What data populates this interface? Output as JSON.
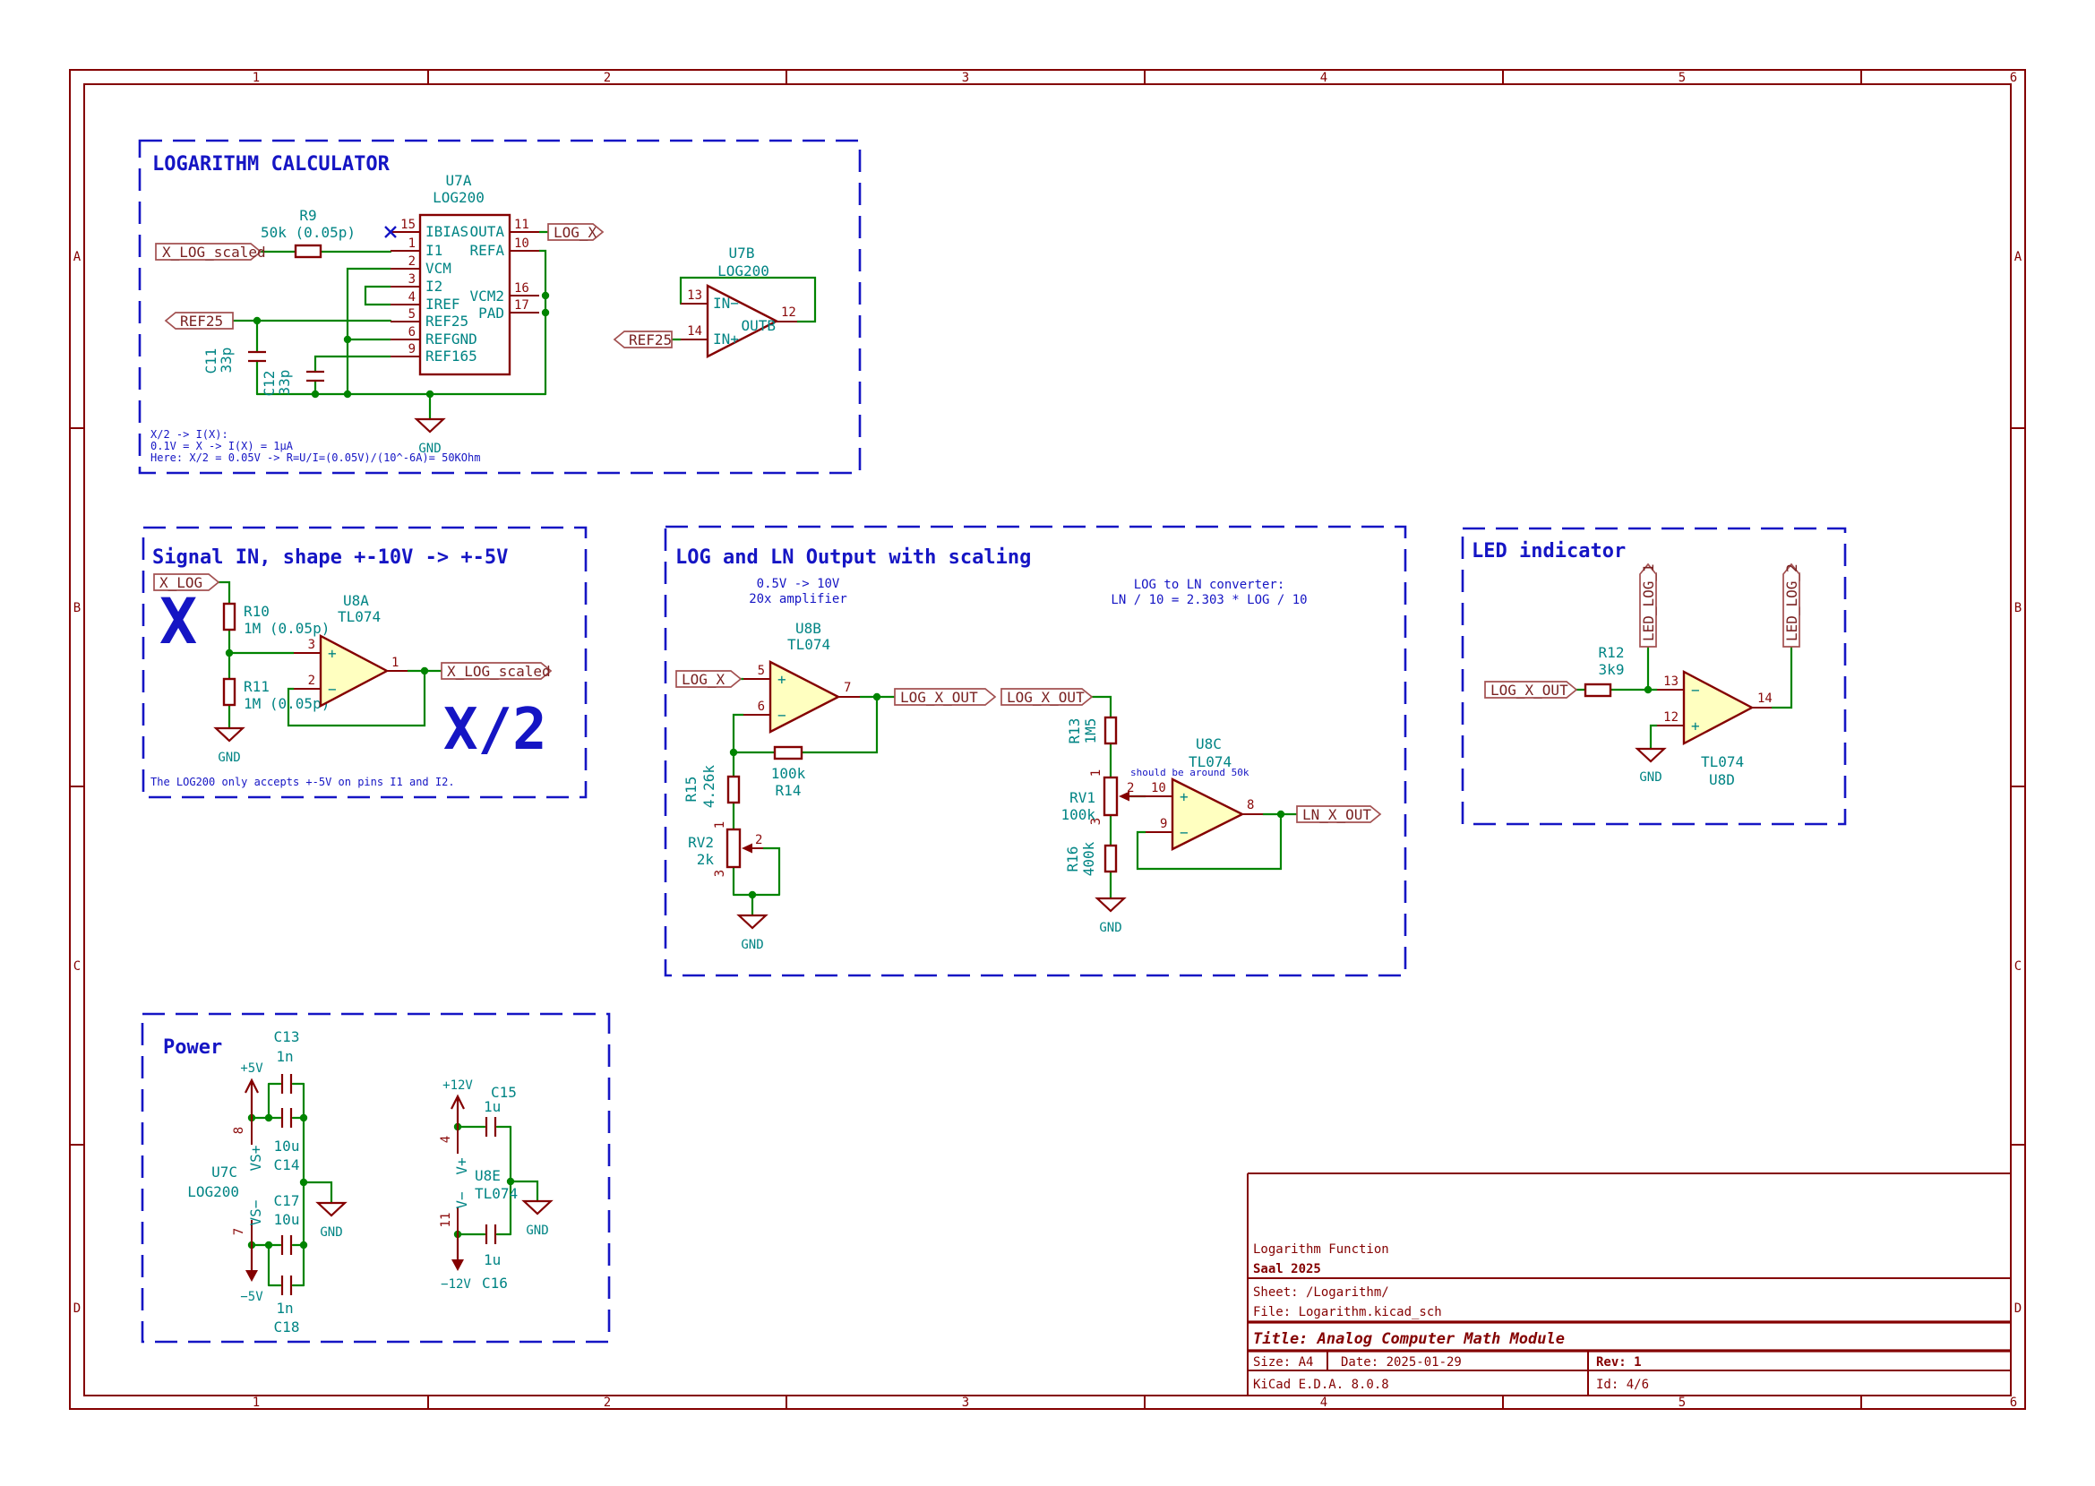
{
  "colors": {
    "wire_green": "#008400",
    "symbol_maroon": "#840000",
    "field_teal": "#008484",
    "note_blue": "#1515C4",
    "label_red": "#7A2222",
    "opamp_fill": "#FFFFC0"
  },
  "frame": {
    "cols": [
      "1",
      "2",
      "3",
      "4",
      "5",
      "6"
    ],
    "rows": [
      "A",
      "B",
      "C",
      "D"
    ]
  },
  "gnd": "GND",
  "title_block": {
    "project": "Logarithm Function",
    "company": "Saal 2025",
    "sheet": "Sheet: /Logarithm/",
    "file": "File: Logarithm.kicad_sch",
    "title": "Title: Analog Computer Math Module",
    "size": "Size: A4",
    "date": "Date: 2025-01-29",
    "rev": "Rev: 1",
    "tool": "KiCad E.D.A. 8.0.8",
    "id": "Id: 4/6"
  },
  "log_calc": {
    "title": "LOGARITHM CALCULATOR",
    "u7a": {
      "ref": "U7A",
      "value": "LOG200",
      "left_pins": [
        [
          "15",
          "IBIAS"
        ],
        [
          "1",
          "I1"
        ],
        [
          "2",
          "VCM"
        ],
        [
          "3",
          "I2"
        ],
        [
          "4",
          "IREF"
        ],
        [
          "5",
          "REF25"
        ],
        [
          "6",
          "REFGND"
        ],
        [
          "9",
          "REF165"
        ]
      ],
      "right_pins": [
        [
          "11",
          "OUTA"
        ],
        [
          "10",
          "REFA"
        ],
        [
          "16",
          "VCM2"
        ],
        [
          "17",
          "PAD"
        ]
      ]
    },
    "r9": {
      "ref": "R9",
      "value": "50k (0.05p)"
    },
    "c11": {
      "ref": "C11",
      "value": "33p"
    },
    "c12": {
      "ref": "C12",
      "value": "33p"
    },
    "x_log_scaled": "X_LOG_scaled",
    "ref25": "REF25",
    "log_x": "LOG_X",
    "u7b": {
      "ref": "U7B",
      "value": "LOG200",
      "pin_inm": "13",
      "pin_inp": "14",
      "pin_out": "12",
      "name_inm": "IN−",
      "name_inp": "IN+",
      "name_out": "OUTB"
    },
    "note1": "X/2 -> I(X):",
    "note2": "0.1V = X -> I(X) = 1µA",
    "note3": "Here: X/2 = 0.05V -> R=U/I=(0.05V)/(10^-6A)= 50KOhm"
  },
  "signal_in": {
    "title": "Signal IN, shape +-10V -> +-5V",
    "x_log": "X_LOG",
    "x_log_scaled": "X_LOG_scaled",
    "big_x": "X",
    "big_x2": "X/2",
    "r10": {
      "ref": "R10",
      "value": "1M (0.05p)"
    },
    "r11": {
      "ref": "R11",
      "value": "1M (0.05p)"
    },
    "u8a": {
      "ref": "U8A",
      "value": "TL074",
      "pin_p": "3",
      "pin_m": "2",
      "pin_o": "1",
      "plus": "+",
      "minus": "−"
    },
    "note": "The LOG200 only accepts +-5V on pins I1 and I2."
  },
  "log_ln": {
    "title": "LOG and LN Output with scaling",
    "amp_note1": "0.5V -> 10V",
    "amp_note2": "20x amplifier",
    "conv_note1": "LOG to LN converter:",
    "conv_note2": "LN / 10 = 2.303 * LOG / 10",
    "log_x": "LOG_X",
    "log_x_out": "LOG_X_OUT",
    "ln_x_out": "LN_X_OUT",
    "u8b": {
      "ref": "U8B",
      "value": "TL074",
      "pin_p": "5",
      "pin_m": "6",
      "pin_o": "7",
      "plus": "+",
      "minus": "−"
    },
    "r14": {
      "ref": "R14",
      "value": "100k"
    },
    "r15": {
      "ref": "R15",
      "value": "4.26k"
    },
    "rv2": {
      "ref": "RV2",
      "value": "2k",
      "pin1": "1",
      "pin2": "2",
      "pin3": "3"
    },
    "r13": {
      "ref": "R13",
      "value": "1M5"
    },
    "rv1": {
      "ref": "RV1",
      "value": "100k",
      "pin1": "1",
      "pin2": "2",
      "pin3": "3"
    },
    "r16": {
      "ref": "R16",
      "value": "400k"
    },
    "u8c": {
      "ref": "U8C",
      "value": "TL074",
      "note": "should be around 50k",
      "pin_p": "10",
      "pin_m": "9",
      "pin_o": "8",
      "plus": "+",
      "minus": "−"
    }
  },
  "led": {
    "title": "LED indicator",
    "log_x_out": "LOG_X_OUT",
    "led1": "LED_LOG_1",
    "led2": "LED_LOG_2",
    "r12": {
      "ref": "R12",
      "value": "3k9"
    },
    "u8d": {
      "ref": "U8D",
      "value": "TL074",
      "pin_m": "13",
      "pin_p": "12",
      "pin_o": "14",
      "plus": "+",
      "minus": "−"
    }
  },
  "power": {
    "title": "Power",
    "p5": "+5V",
    "m5": "−5V",
    "p12": "+12V",
    "m12": "−12V",
    "u7c": {
      "ref": "U7C",
      "value": "LOG200",
      "vsp": "VS+",
      "vsm": "VS−",
      "pin_vsp": "8",
      "pin_vsm": "7"
    },
    "u8e": {
      "ref": "U8E",
      "value": "TL074",
      "vp": "V+",
      "vm": "V−",
      "pin_vp": "4",
      "pin_vm": "11"
    },
    "c13": {
      "ref": "C13",
      "value": "1n"
    },
    "c14": {
      "ref": "C14",
      "value": "10u"
    },
    "c17": {
      "ref": "C17",
      "value": "10u"
    },
    "c18": {
      "ref": "C18",
      "value": "1n"
    },
    "c15": {
      "ref": "C15",
      "value": "1u"
    },
    "c16": {
      "ref": "C16",
      "value": "1u"
    }
  }
}
